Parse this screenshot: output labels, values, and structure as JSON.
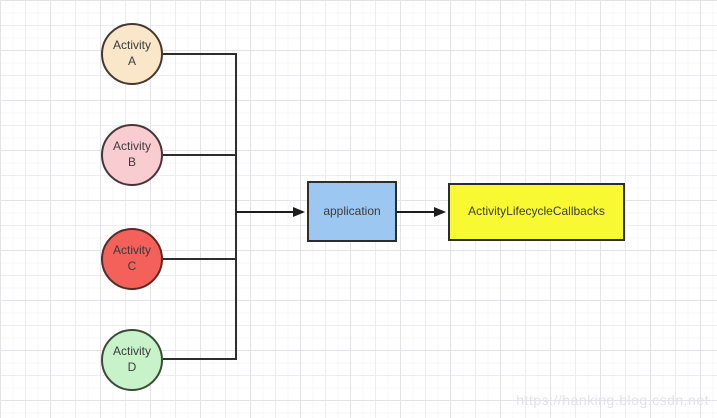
{
  "canvas": {
    "background": "#ffffff",
    "grid": "on",
    "grid_major_color": "#e3e3e7",
    "grid_minor_color": "#f7f7f9"
  },
  "diagram": {
    "nodes": [
      {
        "id": "activity-a",
        "shape": "circle",
        "label": "Activity A",
        "fill": "#fae6c9",
        "border": "#45392f"
      },
      {
        "id": "activity-b",
        "shape": "circle",
        "label": "Activity B",
        "fill": "#f9ccd2",
        "border": "#46363a"
      },
      {
        "id": "activity-c",
        "shape": "circle",
        "label": "Activity C",
        "fill": "#f4605a",
        "border": "#572a28"
      },
      {
        "id": "activity-d",
        "shape": "circle",
        "label": "Activity D",
        "fill": "#9cc7f0",
        "border": "#2d2d2d"
      },
      {
        "id": "application",
        "shape": "rectangle",
        "label": "application",
        "fill": "#9cc7f0",
        "border": "#2d2d2d"
      },
      {
        "id": "activity-lifecycle-callbacks",
        "shape": "rectangle",
        "label": "ActivityLifecycleCallbacks",
        "fill": "#f8f833",
        "border": "#2d2d2d"
      }
    ],
    "edges": [
      {
        "from": "activity-a",
        "to": "junction",
        "type": "elbow",
        "arrow": false
      },
      {
        "from": "activity-b",
        "to": "junction",
        "type": "elbow",
        "arrow": false
      },
      {
        "from": "activity-c",
        "to": "junction",
        "type": "elbow",
        "arrow": false
      },
      {
        "from": "activity-d",
        "to": "junction",
        "type": "elbow",
        "arrow": false
      },
      {
        "from": "junction",
        "to": "application",
        "type": "straight",
        "arrow": true
      },
      {
        "from": "application",
        "to": "activity-lifecycle-callbacks",
        "type": "straight",
        "arrow": true
      }
    ],
    "edge_color": "#2e2e2e"
  },
  "watermark": {
    "text": "https://hanking.blog.csdn.net",
    "color": "#e3e3e6"
  }
}
